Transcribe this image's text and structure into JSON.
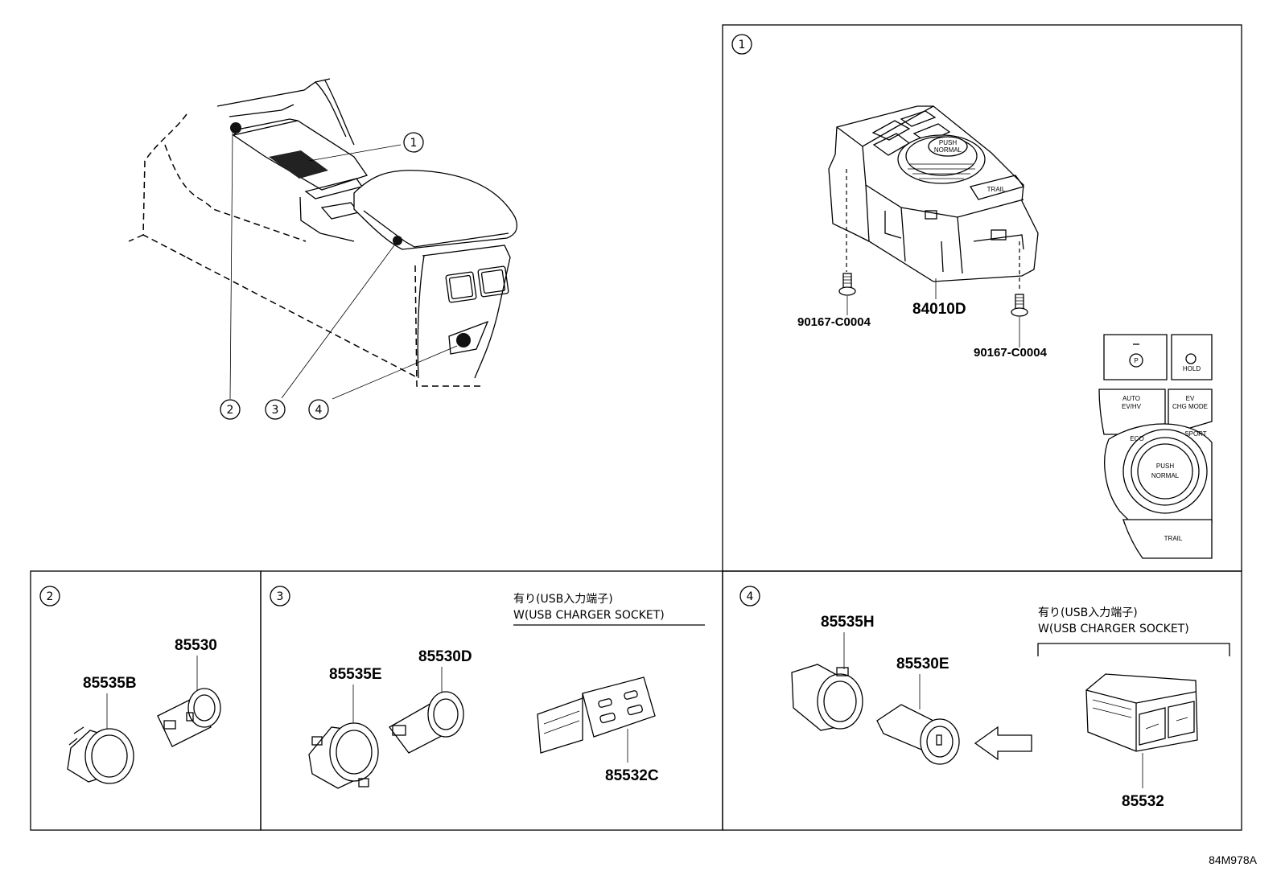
{
  "callouts": {
    "c1": "1",
    "c2": "2",
    "c3": "3",
    "c4": "4"
  },
  "panel1": {
    "switch_part": "84010D",
    "screw_left": "90167-C0004",
    "screw_right": "90167-C0004",
    "switch_labels": {
      "parking": "P",
      "hold": "HOLD",
      "auto_ev": "AUTO",
      "ev_hv": "EV/HV",
      "ev_mode": "EV",
      "ev_charge": "CHG MODE",
      "eco": "ECO",
      "sport": "SPORT",
      "push": "PUSH",
      "normal": "NORMAL",
      "trail": "TRAIL"
    }
  },
  "panel2": {
    "part_a": "85535B",
    "part_b": "85530"
  },
  "panel3": {
    "part_a": "85535E",
    "part_b": "85530D",
    "part_c": "85532C",
    "note_jp": "有り(USB入力端子)",
    "note_en": "W(USB CHARGER SOCKET)"
  },
  "panel4": {
    "part_a": "85535H",
    "part_b": "85530E",
    "part_c": "85532",
    "note_jp": "有り(USB入力端子)",
    "note_en": "W(USB CHARGER SOCKET)"
  },
  "footer": {
    "ref_code": "84M978A"
  }
}
